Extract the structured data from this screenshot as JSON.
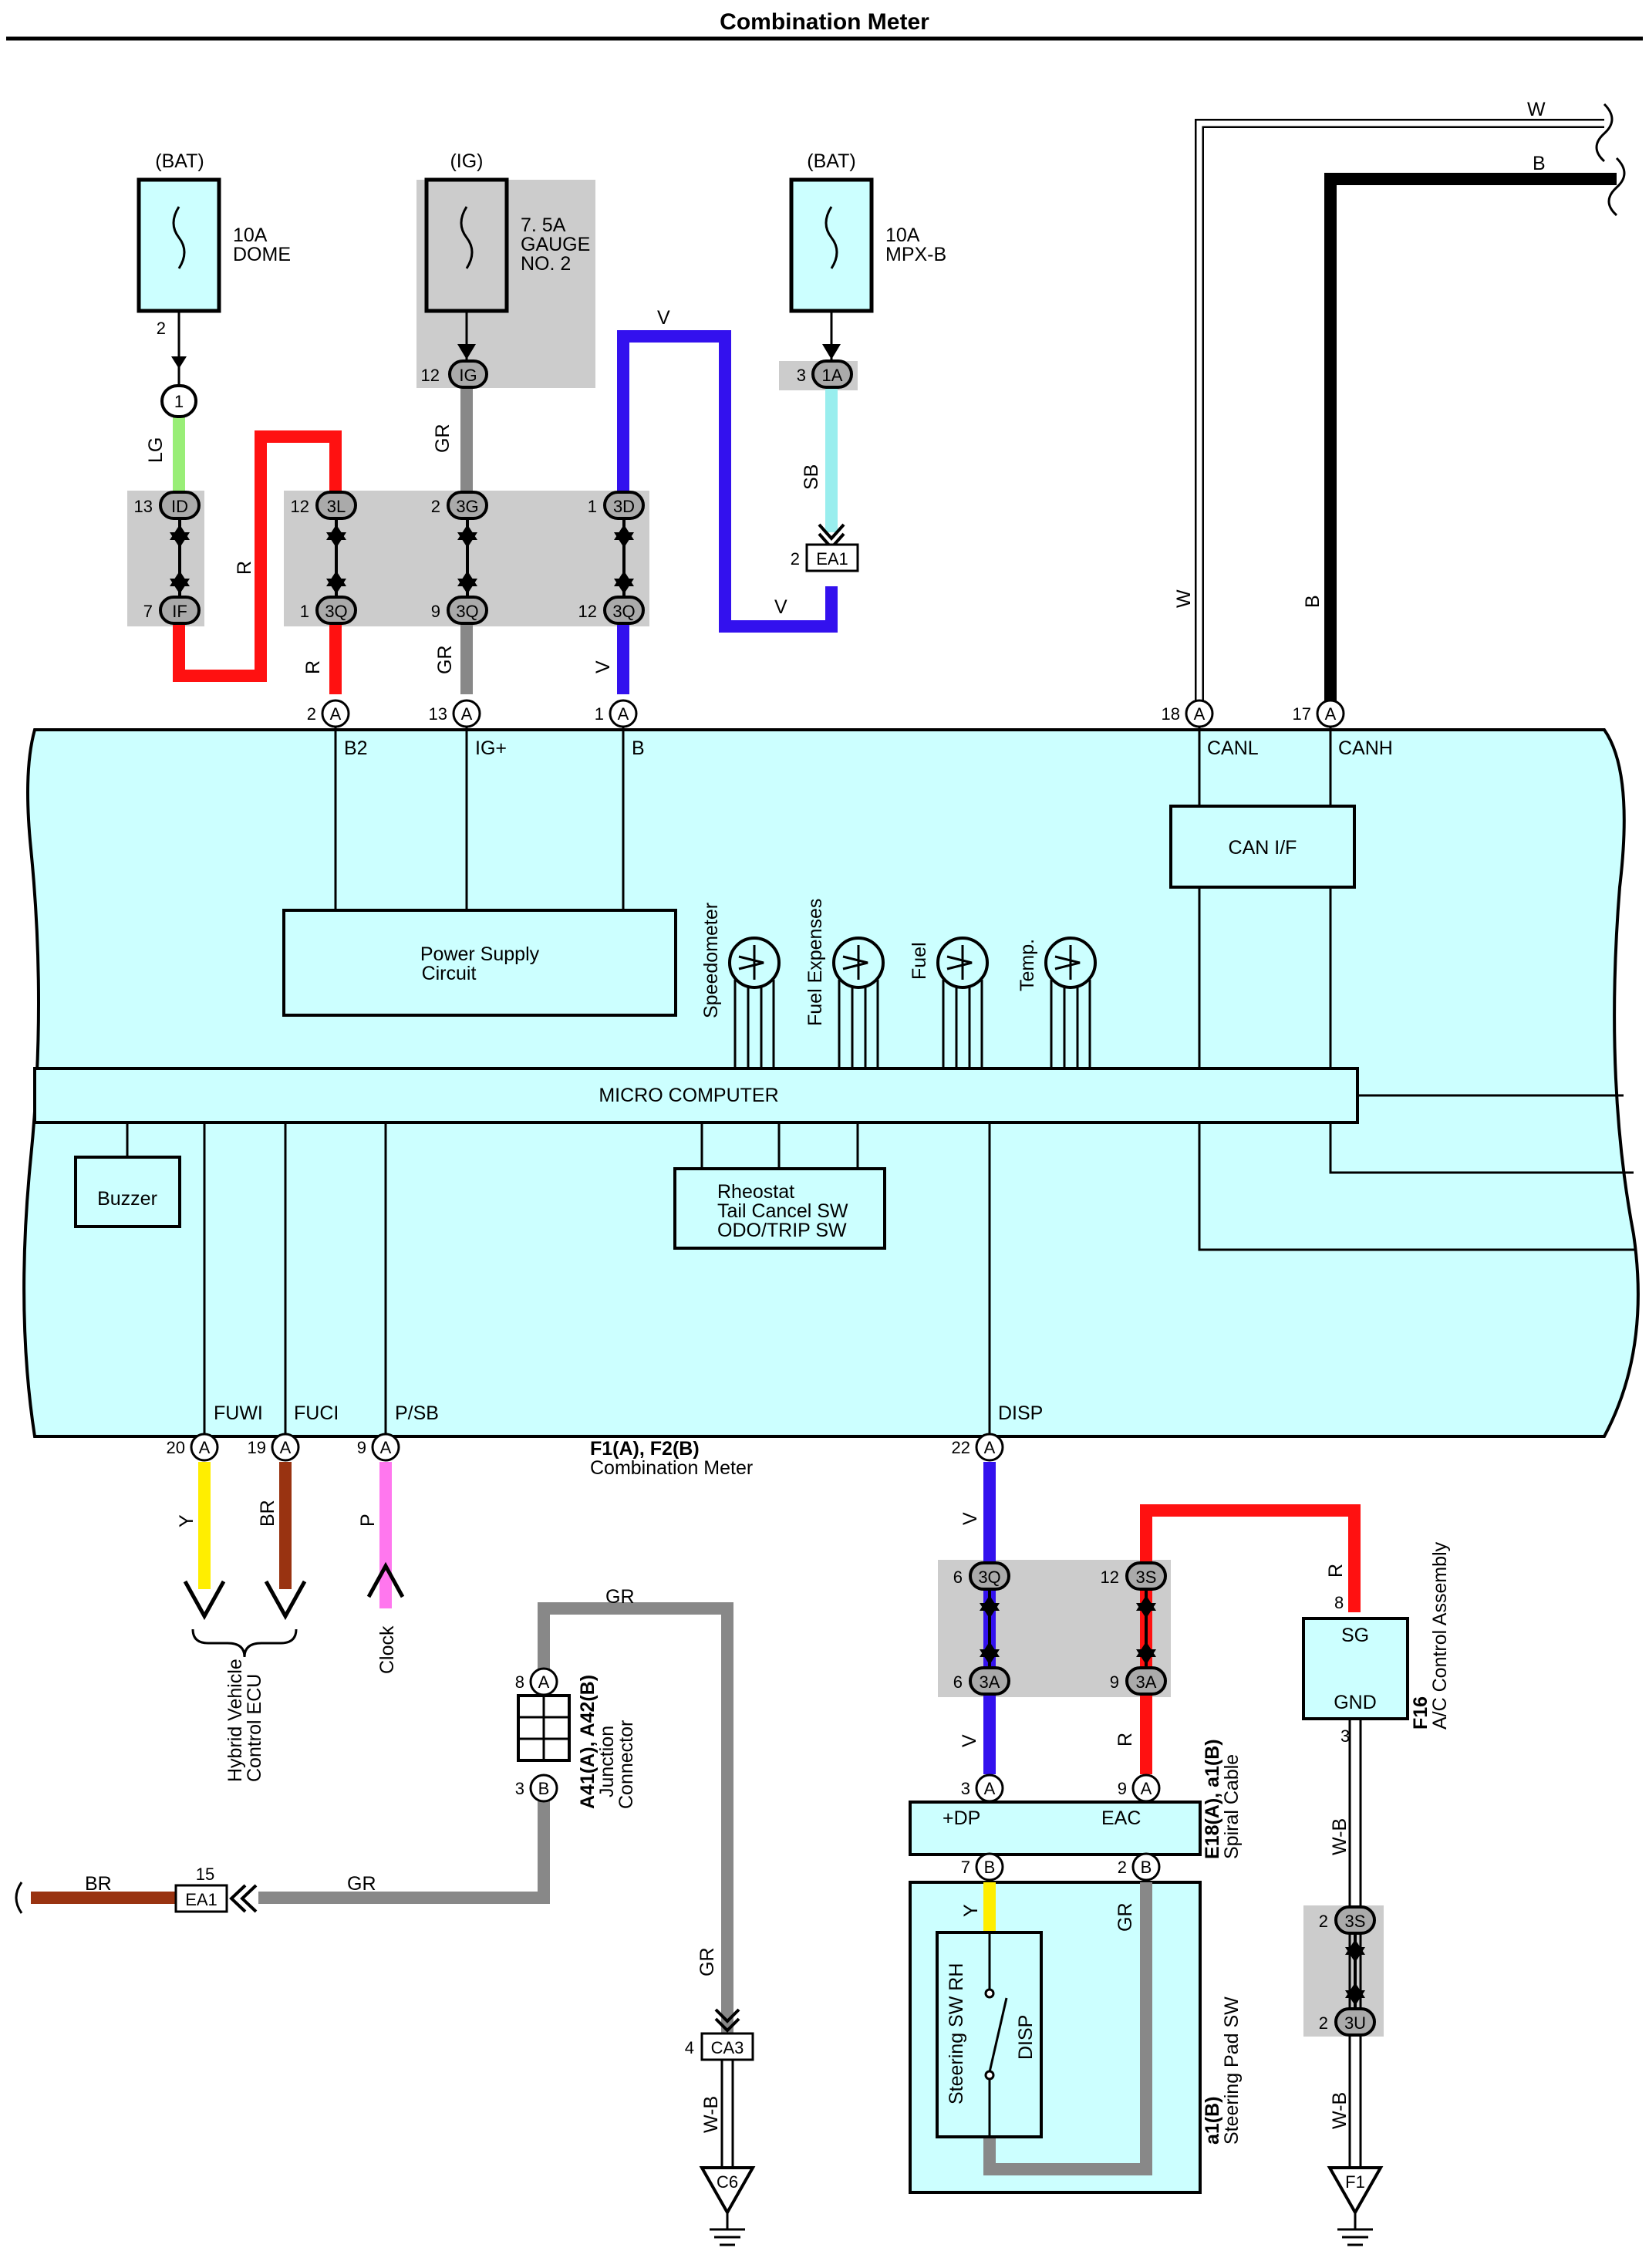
{
  "title": "Combination Meter",
  "fuses": [
    {
      "source": "(BAT)",
      "rating": "10A",
      "name1": "DOME",
      "name2": ""
    },
    {
      "source": "(IG)",
      "rating": "7. 5A",
      "name1": "GAUGE",
      "name2": "NO. 2"
    },
    {
      "source": "(BAT)",
      "rating": "10A",
      "name1": "MPX-B",
      "name2": ""
    }
  ],
  "wires": {
    "lg": "LG",
    "r": "R",
    "gr": "GR",
    "v": "V",
    "sb": "SB",
    "w": "W",
    "b": "B",
    "y": "Y",
    "br": "BR",
    "p": "P",
    "wb": "W-B"
  },
  "connectors": {
    "c1": "1",
    "id": "ID",
    "if": "IF",
    "l3": "3L",
    "q3": "3Q",
    "g3": "3G",
    "d3": "3D",
    "ig": "IG",
    "a1": "1A",
    "ea1": "EA1",
    "a": "A",
    "b": "B",
    "s3": "3S",
    "a3": "3A",
    "ca3": "CA3",
    "u3": "3U"
  },
  "pins": {
    "p2": "2",
    "p13": "13",
    "p7": "7",
    "p12": "12",
    "p1": "1",
    "p9": "9",
    "p3": "3",
    "p18": "18",
    "p17": "17",
    "p20": "20",
    "p19": "19",
    "p22": "22",
    "p6": "6",
    "p8": "8",
    "p15": "15",
    "p4": "4"
  },
  "meter": {
    "pin_b2": "B2",
    "pin_ig": "IG+",
    "pin_b": "B",
    "pin_canl": "CANL",
    "pin_canh": "CANH",
    "can_if": "CAN I/F",
    "power_supply_1": "Power Supply",
    "power_supply_2": "Circuit",
    "gauges": [
      "Speedometer",
      "Fuel Expenses",
      "Fuel",
      "Temp."
    ],
    "micro": "MICRO COMPUTER",
    "buzzer": "Buzzer",
    "rheostat": [
      "Rheostat",
      "Tail Cancel SW",
      "ODO/TRIP SW"
    ],
    "pin_fuwi": "FUWI",
    "pin_fuci": "FUCI",
    "pin_psb": "P/SB",
    "pin_disp": "DISP",
    "id": "F1(A), F2(B)",
    "name": "Combination Meter"
  },
  "ecu": {
    "line1": "Hybrid Vehicle",
    "line2": "Control ECU"
  },
  "clock": "Clock",
  "junction": {
    "id": "A41(A), A42(B)",
    "line1": "Junction",
    "line2": "Connector"
  },
  "spiral": {
    "id": "E18(A), a1(B)",
    "name": "Spiral Cable",
    "dp": "+DP",
    "eac": "EAC"
  },
  "steering_pad": {
    "id": "a1(B)",
    "name": "Steering Pad SW",
    "sw": "Steering SW RH",
    "disp": "DISP"
  },
  "ac": {
    "id": "F16",
    "name": "A/C Control Assembly",
    "sg": "SG",
    "gnd": "GND"
  },
  "grounds": {
    "c6": "C6",
    "f1": "F1"
  },
  "colors": {
    "fill": "#ccffff",
    "gray": "#cccccc",
    "lg": "#99ee77",
    "red": "#ff1111",
    "gr": "#888888",
    "violet": "#3311ee",
    "sb": "#99eeee",
    "black": "#000000",
    "yellow": "#ffee00",
    "brown": "#993311",
    "pink": "#ff77ee"
  }
}
